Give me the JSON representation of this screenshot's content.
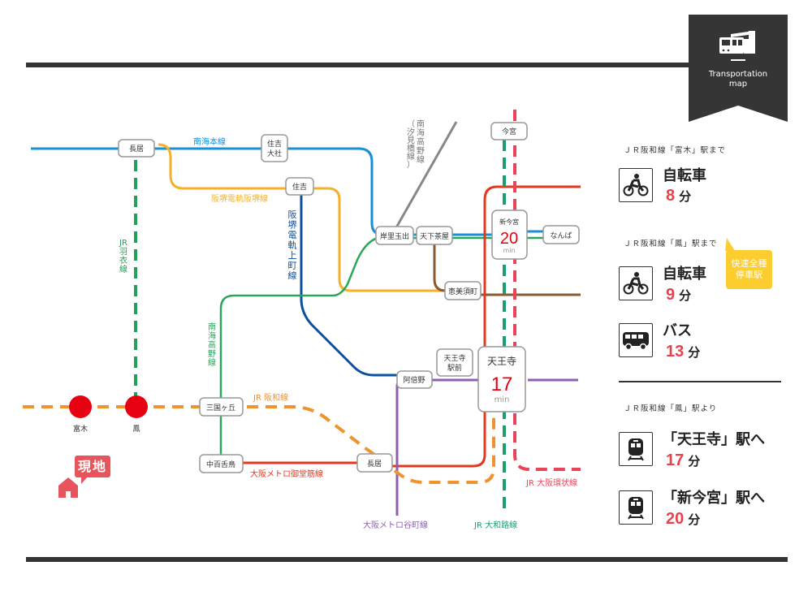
{
  "badge": {
    "icon": "train-icon",
    "label_line1": "Transportation",
    "label_line2": "map"
  },
  "colors": {
    "nankai_main": "#1a8fd6",
    "hankai": "#f5b12a",
    "hankai_uemachi": "#0b4f9e",
    "nankai_koya": "#2aa55a",
    "jr_hagoromo": "#22a05a",
    "jr_hanwa": "#f0922e",
    "midosuji": "#e0391d",
    "tanimachi": "#8d5fb0",
    "yamatoji": "#1aa06e",
    "loop": "#e8455a",
    "sakaisuji": "#8a5a32",
    "shiomibashi": "#888888",
    "accent_red": "#e8434d",
    "station_dot": "#e60012",
    "callout_yellow": "#fccd2e"
  },
  "lines": {
    "nankai_main": "南海本線",
    "hankai": "阪堺電軌阪堺線",
    "hankai_uemachi": [
      "阪",
      "堺",
      "電",
      "軌",
      "上",
      "町",
      "線"
    ],
    "jr_hagoromo": [
      "JR",
      "羽",
      "衣",
      "線"
    ],
    "nankai_koya": [
      "南",
      "海",
      "高",
      "野",
      "線"
    ],
    "shiomibashi_col1": [
      "南",
      "海",
      "高",
      "野",
      "線"
    ],
    "shiomibashi_col2": [
      "（",
      "汐",
      "見",
      "橋",
      "線",
      "）"
    ],
    "jr_hanwa": "JR 阪和線",
    "midosuji": "大阪メトロ御堂筋線",
    "tanimachi": "大阪メトロ谷町線",
    "yamatoji": "JR 大和路線",
    "loop": "JR 大阪環状線"
  },
  "stations": {
    "nagai_top": "長居",
    "sumiyoshi_taisha_1": "住吉",
    "sumiyoshi_taisha_2": "大社",
    "sumiyoshi": "住吉",
    "imamiya": "今宮",
    "kishinosato": "岸里玉出",
    "tengachaya": "天下茶屋",
    "namba": "なんば",
    "shin_imamiya": "新今宮",
    "shin_imamiya_min": "20",
    "ebisucho": "恵美須町",
    "tennoji_ekimae_1": "天王寺",
    "tennoji_ekimae_2": "駅前",
    "abeno": "阿倍野",
    "tennoji": "天王寺",
    "tennoji_min": "17",
    "min_unit": "min",
    "mikunigaoka": "三国ヶ丘",
    "nakamozu": "中百舌鳥",
    "nagai_bottom": "長居",
    "tomiki": "富木",
    "otori": "鳳"
  },
  "current_location": "現地",
  "side": {
    "note1": "ＪＲ阪和線「富木」駅まで",
    "route1": {
      "icon": "bicycle-icon",
      "mode": "自転車",
      "minutes": "8",
      "unit": "分"
    },
    "note2": "ＪＲ阪和線「鳳」駅まで",
    "callout": "快速全種停車駅",
    "callout_line1": "快速全種",
    "callout_line2": "停車駅",
    "route2": {
      "icon": "bicycle-icon",
      "mode": "自転車",
      "minutes": "9",
      "unit": "分"
    },
    "route3": {
      "icon": "bus-icon",
      "mode": "バス",
      "minutes": "13",
      "unit": "分"
    },
    "note3": "ＪＲ阪和線「鳳」駅より",
    "route4": {
      "icon": "train-icon",
      "mode": "「天王寺」駅へ",
      "minutes": "17",
      "unit": "分"
    },
    "route5": {
      "icon": "train-icon",
      "mode": "「新今宮」駅へ",
      "minutes": "20",
      "unit": "分"
    }
  }
}
